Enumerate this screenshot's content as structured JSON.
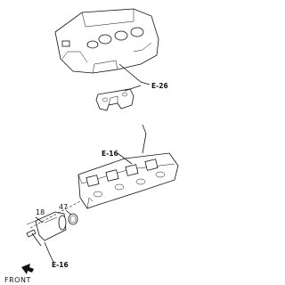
{
  "diagram": {
    "callouts": {
      "e26": "E-26",
      "e16_top": "E-16",
      "e16_bottom": "E-16",
      "part_47": "47",
      "part_18": "18"
    },
    "direction_label": "FRONT"
  }
}
